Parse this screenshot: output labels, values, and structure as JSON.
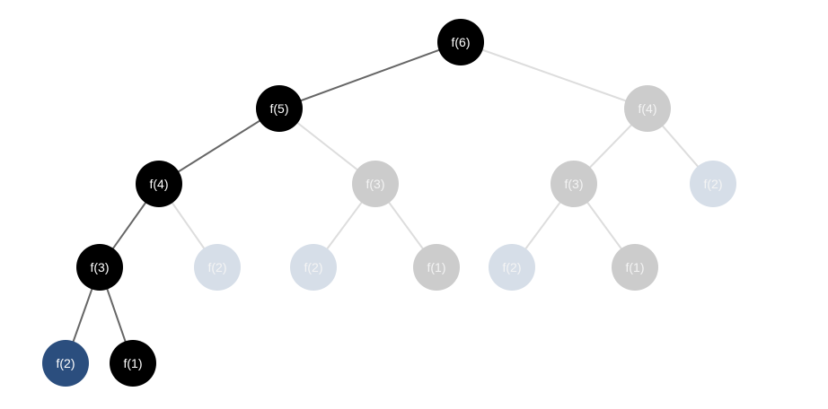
{
  "tree": {
    "colors": {
      "active_fill": "#000000",
      "current_fill": "#2b4e7e",
      "pending_fill": "#cccccc",
      "memo_fill": "#d6dee8",
      "active_edge": "#666666",
      "pending_edge": "#dddddd",
      "active_text": "#ffffff",
      "pending_text": "#f4f4f4"
    },
    "nodes": [
      {
        "id": "n0",
        "label": "f(6)",
        "state": "active"
      },
      {
        "id": "n1",
        "label": "f(5)",
        "state": "active"
      },
      {
        "id": "n2",
        "label": "f(4)",
        "state": "pending"
      },
      {
        "id": "n3",
        "label": "f(4)",
        "state": "active"
      },
      {
        "id": "n4",
        "label": "f(3)",
        "state": "pending"
      },
      {
        "id": "n5",
        "label": "f(3)",
        "state": "pending"
      },
      {
        "id": "n6",
        "label": "f(2)",
        "state": "memo"
      },
      {
        "id": "n7",
        "label": "f(3)",
        "state": "active"
      },
      {
        "id": "n8",
        "label": "f(2)",
        "state": "memo"
      },
      {
        "id": "n9",
        "label": "f(2)",
        "state": "memo"
      },
      {
        "id": "n10",
        "label": "f(1)",
        "state": "pending"
      },
      {
        "id": "n11",
        "label": "f(2)",
        "state": "memo"
      },
      {
        "id": "n12",
        "label": "f(1)",
        "state": "pending"
      },
      {
        "id": "n13",
        "label": "f(2)",
        "state": "current"
      },
      {
        "id": "n14",
        "label": "f(1)",
        "state": "active"
      }
    ],
    "edges": [
      {
        "from": "n0",
        "to": "n1",
        "state": "active"
      },
      {
        "from": "n0",
        "to": "n2",
        "state": "pending"
      },
      {
        "from": "n1",
        "to": "n3",
        "state": "active"
      },
      {
        "from": "n1",
        "to": "n4",
        "state": "pending"
      },
      {
        "from": "n2",
        "to": "n5",
        "state": "pending"
      },
      {
        "from": "n2",
        "to": "n6",
        "state": "pending"
      },
      {
        "from": "n3",
        "to": "n7",
        "state": "active"
      },
      {
        "from": "n3",
        "to": "n8",
        "state": "pending"
      },
      {
        "from": "n4",
        "to": "n9",
        "state": "pending"
      },
      {
        "from": "n4",
        "to": "n10",
        "state": "pending"
      },
      {
        "from": "n5",
        "to": "n11",
        "state": "pending"
      },
      {
        "from": "n5",
        "to": "n12",
        "state": "pending"
      },
      {
        "from": "n7",
        "to": "n13",
        "state": "active"
      },
      {
        "from": "n7",
        "to": "n14",
        "state": "active"
      }
    ]
  }
}
